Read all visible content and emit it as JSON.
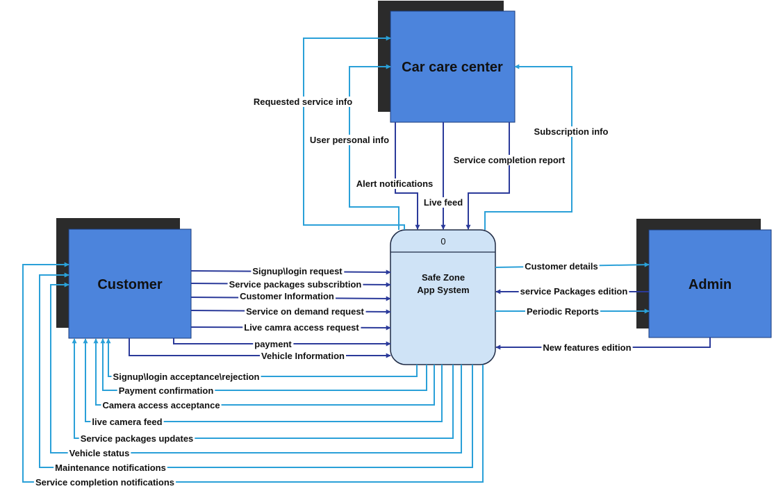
{
  "colors": {
    "entity_fill": "#4c84dc",
    "entity_shadow": "#2b2b2b",
    "entity_stroke": "#1a3a7a",
    "process_fill": "#cfe3f6",
    "process_stroke": "#1f2a44",
    "inbound_flow": "#2b3a9a",
    "outbound_flow": "#2aa0d8"
  },
  "entities": {
    "car_care_center": "Car care center",
    "customer": "Customer",
    "admin": "Admin"
  },
  "process": {
    "id": "0",
    "line1": "Safe Zone",
    "line2": "App System"
  },
  "flows": {
    "requested_service_info": "Requested service info",
    "user_personal_info": "User personal info",
    "alert_notifications": "Alert notifications",
    "live_feed": "Live feed",
    "service_completion_report": "Service completion report",
    "subscription_info": "Subscription info",
    "signup_login_request": "Signup\\login request",
    "service_packages_subscription": "Service packages subscribtion",
    "customer_information": "Customer Information",
    "service_on_demand_request": "Service on demand request",
    "live_camera_access_request": "Live camra access request",
    "payment": "payment",
    "vehicle_information": "Vehicle Information",
    "customer_details": "Customer details",
    "service_packages_edition": "service Packages edition",
    "periodic_reports": "Periodic Reports",
    "new_features_edition": "New features edition",
    "signup_login_acceptance": "Signup\\login acceptance\\rejection",
    "payment_confirmation": "Payment confirmation",
    "camera_access_acceptance": "Camera access acceptance",
    "live_camera_feed": "live camera feed",
    "service_packages_updates": "Service packages updates",
    "vehicle_status": "Vehicle status",
    "maintenance_notifications": "Maintenance notifications",
    "service_completion_notifications": "Service completion notifications"
  }
}
